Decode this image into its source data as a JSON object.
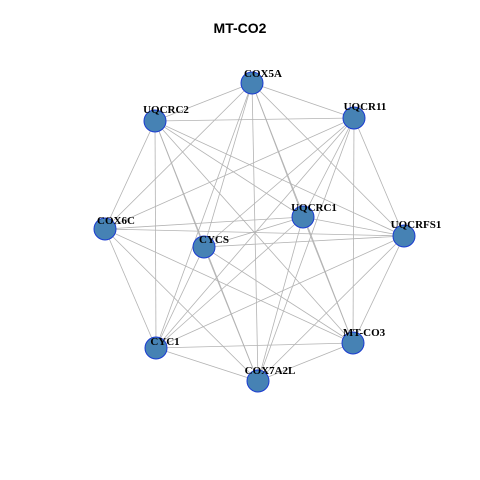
{
  "title": "MT-CO2",
  "colors": {
    "node_fill": "#4682b4",
    "node_stroke": "#1a3bd1",
    "edge": "#b3b3b3",
    "background": "#ffffff"
  },
  "nodes": [
    {
      "id": "COX5A",
      "label": "COX5A"
    },
    {
      "id": "UQCRC2",
      "label": "UQCRC2"
    },
    {
      "id": "UQCR11",
      "label": "UQCR11"
    },
    {
      "id": "COX6C",
      "label": "COX6C"
    },
    {
      "id": "UQCRC1",
      "label": "UQCRC1"
    },
    {
      "id": "CYCS",
      "label": "CYCS"
    },
    {
      "id": "UQCRFS1",
      "label": "UQCRFS1"
    },
    {
      "id": "MT-CO3",
      "label": "MT-CO3"
    },
    {
      "id": "CYC1",
      "label": "CYC1"
    },
    {
      "id": "COX7A2L",
      "label": "COX7A2L"
    }
  ],
  "edges": [
    [
      "COX5A",
      "UQCRC2"
    ],
    [
      "COX5A",
      "UQCR11"
    ],
    [
      "COX5A",
      "COX6C"
    ],
    [
      "COX5A",
      "CYCS"
    ],
    [
      "COX5A",
      "UQCRFS1"
    ],
    [
      "COX5A",
      "MT-CO3"
    ],
    [
      "COX5A",
      "CYC1"
    ],
    [
      "COX5A",
      "COX7A2L"
    ],
    [
      "COX5A",
      "UQCRC1"
    ],
    [
      "UQCRC2",
      "COX6C"
    ],
    [
      "UQCRC2",
      "CYC1"
    ],
    [
      "UQCRC2",
      "COX7A2L"
    ],
    [
      "UQCRC2",
      "MT-CO3"
    ],
    [
      "UQCRC2",
      "UQCRFS1"
    ],
    [
      "UQCRC2",
      "UQCRC1"
    ],
    [
      "UQCRC2",
      "UQCR11"
    ],
    [
      "UQCRC2",
      "CYCS"
    ],
    [
      "UQCR11",
      "UQCRFS1"
    ],
    [
      "UQCR11",
      "COX6C"
    ],
    [
      "UQCR11",
      "CYC1"
    ],
    [
      "UQCR11",
      "COX7A2L"
    ],
    [
      "UQCR11",
      "MT-CO3"
    ],
    [
      "UQCR11",
      "CYCS"
    ],
    [
      "UQCR11",
      "UQCRC1"
    ],
    [
      "COX6C",
      "UQCRFS1"
    ],
    [
      "COX6C",
      "CYC1"
    ],
    [
      "COX6C",
      "COX7A2L"
    ],
    [
      "COX6C",
      "MT-CO3"
    ],
    [
      "COX6C",
      "UQCRC1"
    ],
    [
      "UQCRC1",
      "UQCRFS1"
    ],
    [
      "UQCRC1",
      "CYCS"
    ],
    [
      "UQCRC1",
      "CYC1"
    ],
    [
      "UQCRC1",
      "COX7A2L"
    ],
    [
      "UQCRC1",
      "MT-CO3"
    ],
    [
      "CYCS",
      "UQCRFS1"
    ],
    [
      "CYCS",
      "MT-CO3"
    ],
    [
      "CYCS",
      "CYC1"
    ],
    [
      "CYCS",
      "COX7A2L"
    ],
    [
      "UQCRFS1",
      "MT-CO3"
    ],
    [
      "UQCRFS1",
      "CYC1"
    ],
    [
      "UQCRFS1",
      "COX7A2L"
    ],
    [
      "MT-CO3",
      "CYC1"
    ],
    [
      "MT-CO3",
      "COX7A2L"
    ],
    [
      "CYC1",
      "COX7A2L"
    ]
  ]
}
